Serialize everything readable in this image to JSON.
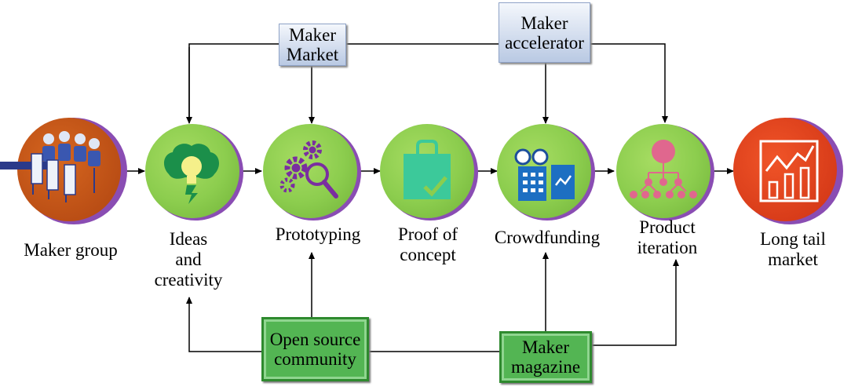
{
  "nodes": [
    {
      "id": "maker-group",
      "label": "Maker group",
      "icon": "meeting-icon"
    },
    {
      "id": "ideas",
      "label": "Ideas\nand\ncreativity",
      "icon": "lightbulb-brain-icon"
    },
    {
      "id": "prototyping",
      "label": "Prototyping",
      "icon": "gears-magnifier-icon"
    },
    {
      "id": "proof",
      "label": "Proof of\nconcept",
      "icon": "bag-check-icon"
    },
    {
      "id": "crowdfunding",
      "label": "Crowdfunding",
      "icon": "binoculars-chart-icon"
    },
    {
      "id": "iteration",
      "label": "Product\niteration",
      "icon": "hierarchy-icon"
    },
    {
      "id": "long-tail",
      "label": "Long tail\nmarket",
      "icon": "growth-chart-icon"
    }
  ],
  "top_boxes": {
    "maker_market": "Maker\nMarket",
    "maker_accelerator": "Maker\naccelerator"
  },
  "bottom_boxes": {
    "open_source": "Open source\ncommunity",
    "maker_magazine": "Maker\nmagazine"
  },
  "colors": {
    "green_node": "#8ccd4e",
    "orange_node": "#c5561a",
    "red_node": "#e8421f",
    "icon_green": "#1b8f4a",
    "icon_purple": "#7a2ea0",
    "icon_teal": "#3cc99a",
    "icon_blue": "#1d6fc2",
    "icon_pink": "#e0678e"
  }
}
